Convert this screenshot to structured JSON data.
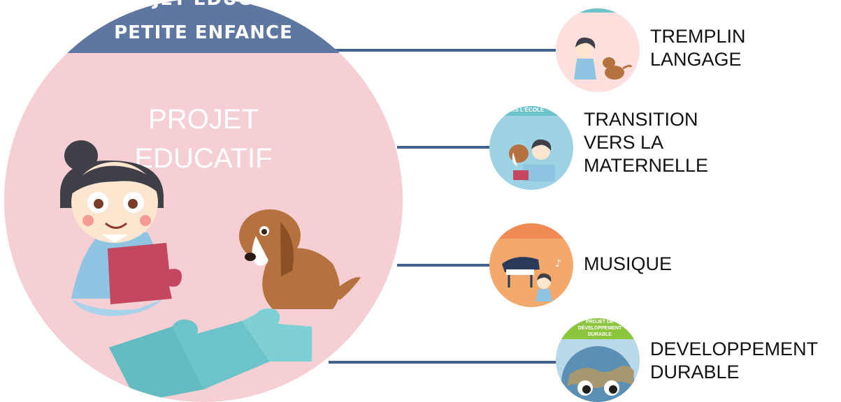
{
  "main": {
    "header_line1": "PROJET EDUCATIF",
    "header_line2": "PETITE ENFANCE",
    "title": [
      "PROJET",
      "EDUCATIF"
    ],
    "colors": {
      "circle": "#f5cfd3",
      "header": "#5d77a0",
      "connector": "#41628d"
    }
  },
  "items": [
    {
      "icon": "girl-and-dog-icon",
      "label": [
        "TREMPLIN",
        "LANGAGE"
      ]
    },
    {
      "icon": "children-reading-icon",
      "banner": "VERS L'ÉCOLE",
      "label": [
        "TRANSITION",
        "VERS LA",
        "MATERNELLE"
      ]
    },
    {
      "icon": "piano-music-icon",
      "label": [
        "MUSIQUE"
      ]
    },
    {
      "icon": "globe-with-eyes-icon",
      "banner": [
        "PROJET DE",
        "DÉVELOPPEMENT DURABLE"
      ],
      "label": [
        "DEVELOPPEMENT",
        "DURABLE"
      ]
    }
  ]
}
